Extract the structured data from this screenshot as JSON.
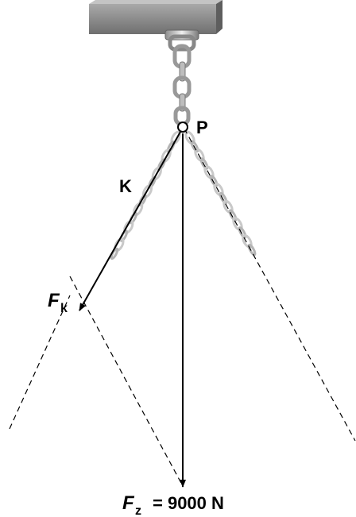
{
  "labels": {
    "point": "P",
    "chain_side": "K",
    "fk_main": "F",
    "fk_sub": "k",
    "fz_main": "F",
    "fz_sub": "z",
    "fz_value": "= 9000 N"
  },
  "colors": {
    "line": "#000000",
    "beam_front": "#8a8a8a",
    "beam_top": "#b9b9b9",
    "chain": "#c8c8c8",
    "chain_dark": "#7a7a7a"
  },
  "icons": {
    "beam": "steel-beam",
    "chain": "chain",
    "hook": "shackle"
  }
}
